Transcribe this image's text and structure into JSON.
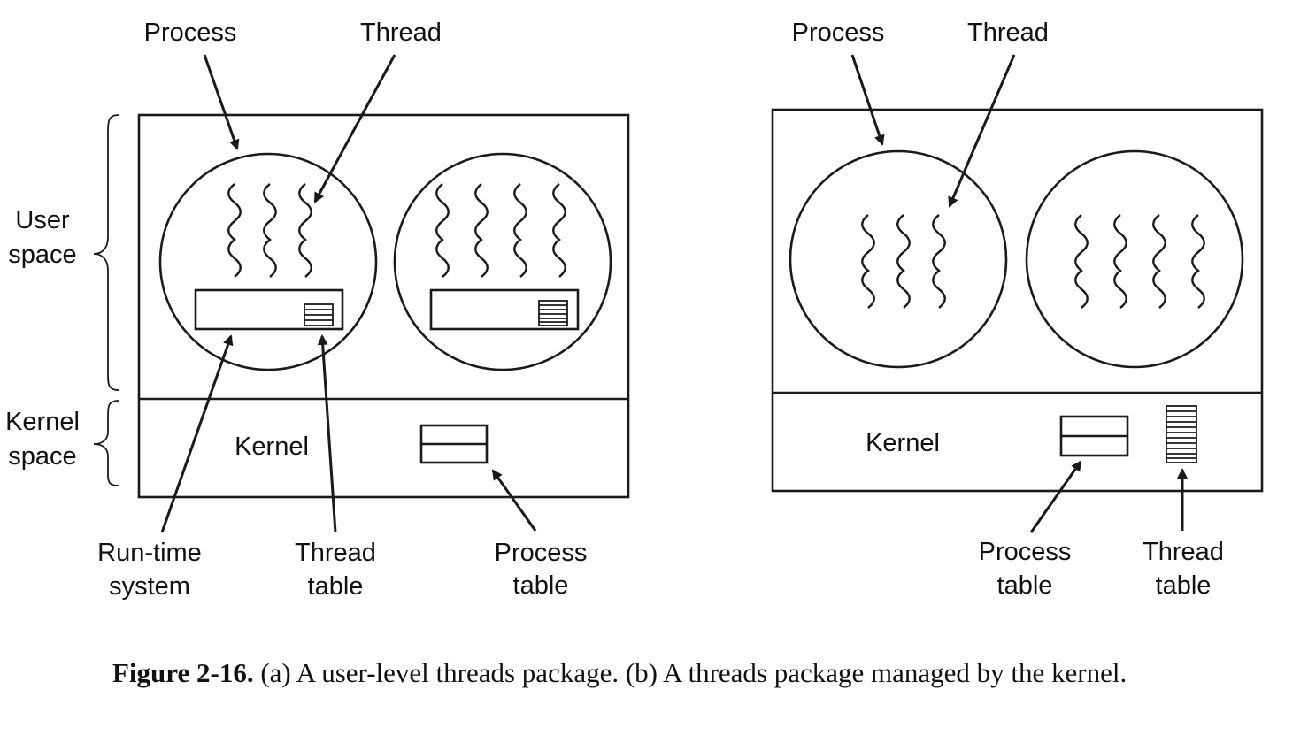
{
  "diagram_a": {
    "process_label": "Process",
    "thread_label": "Thread",
    "user_space_label": [
      "User",
      "space"
    ],
    "kernel_space_label": [
      "Kernel",
      "space"
    ],
    "kernel_label": "Kernel",
    "runtime_label": [
      "Run-time",
      "system"
    ],
    "thread_table_label": [
      "Thread",
      "table"
    ],
    "process_table_label": [
      "Process",
      "table"
    ]
  },
  "diagram_b": {
    "process_label": "Process",
    "thread_label": "Thread",
    "kernel_label": "Kernel",
    "process_table_label": [
      "Process",
      "table"
    ],
    "thread_table_label": [
      "Thread",
      "table"
    ]
  },
  "caption": {
    "number": "Figure 2-16.",
    "text": " (a) A user-level threads package. (b) A threads package managed by the kernel."
  }
}
